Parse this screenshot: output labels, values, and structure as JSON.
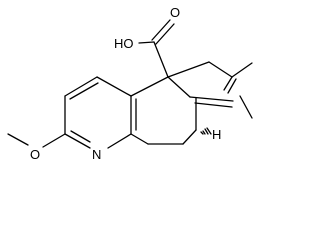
{
  "molecule": {
    "atoms": {
      "carboxyl_oxygen": "O",
      "hydroxyl": "HO",
      "ether_oxygen": "O",
      "ring_nitrogen": "N",
      "stereo_hydrogen": "H"
    },
    "colors": {
      "bond": "#000000",
      "text": "#000000",
      "background": "#ffffff"
    }
  }
}
